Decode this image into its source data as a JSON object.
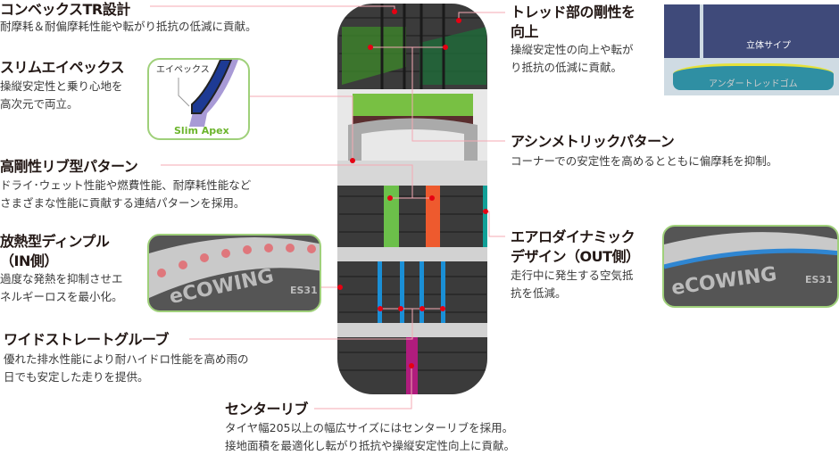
{
  "features": {
    "convex": {
      "title": "コンベックスTR設計",
      "desc": [
        "耐摩耗＆耐偏摩耗性能や転がり抵抗の低減に貢献。"
      ]
    },
    "slim_apex": {
      "title": "スリムエイペックス",
      "desc": [
        "操縦安定性と乗り心地を",
        "高次元で両立。"
      ],
      "inset_label": "エイペックス",
      "inset_caption": "Slim Apex"
    },
    "rib": {
      "title": "高剛性リブ型パターン",
      "desc": [
        "ドライ･ウェット性能や燃費性能、耐摩耗性能など",
        "さまざまな性能に貢献する連結パターンを採用。"
      ]
    },
    "dimple": {
      "title": [
        "放熱型ディンプル",
        "（IN側）"
      ],
      "desc": [
        "過度な発熱を抑制させエ",
        "ネルギーロスを最小化。"
      ],
      "inset_brand": "eCOWING",
      "inset_model": "ES31"
    },
    "groove": {
      "title": "ワイドストレートグルーブ",
      "desc": [
        "優れた排水性能により耐ハイドロ性能を高め雨の",
        "日でも安定した走りを提供。"
      ]
    },
    "center": {
      "title": "センターリブ",
      "desc": [
        "タイヤ幅205以上の幅広サイズにはセンターリブを採用。",
        "接地面積を最適化し転がり抵抗や操縦安定性向上に貢献。"
      ]
    },
    "tread": {
      "title": [
        "トレッド部の剛性を",
        "向上"
      ],
      "desc": [
        "操縦安定性の向上や転が",
        "り抵抗の低減に貢献。"
      ],
      "inset_sipe": "立体サイプ",
      "inset_under": "アンダートレッドゴム"
    },
    "asym": {
      "title": "アシンメトリックパターン",
      "desc": [
        "コーナーでの安定性を高めるとともに偏摩耗を抑制。"
      ]
    },
    "aero": {
      "title": [
        "エアロダイナミック",
        "デザイン（OUT側）"
      ],
      "desc": [
        "走行中に発生する空気抵",
        "抗を低減。"
      ],
      "inset_brand": "eCOWING",
      "inset_model": "ES31"
    }
  },
  "colors": {
    "leader": "#f4a9b3",
    "dot": "#e60012",
    "inset_border": "#9fd07a",
    "apex_green": "#6cb52d"
  }
}
